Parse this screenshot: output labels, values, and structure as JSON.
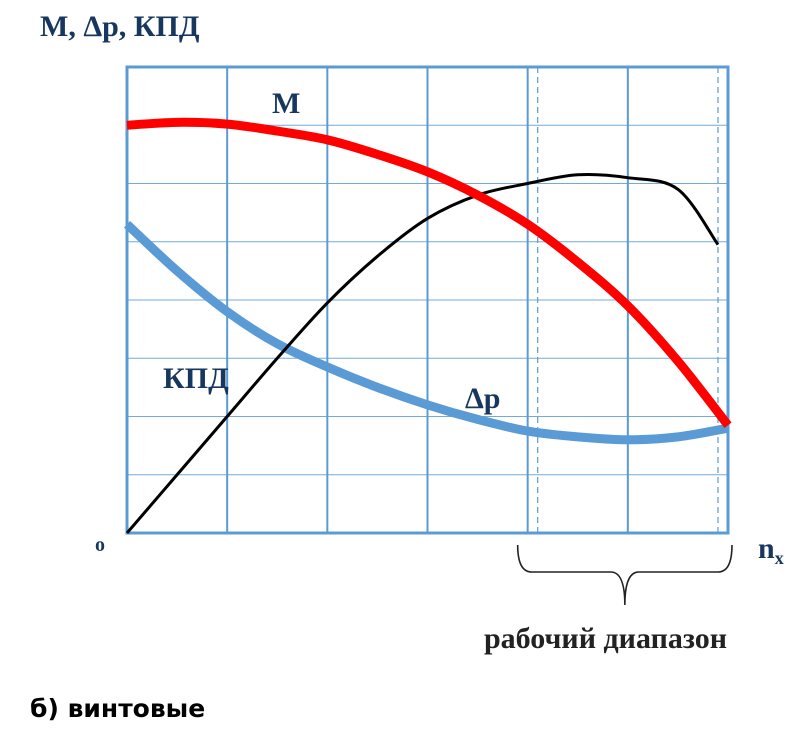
{
  "chart_data": {
    "type": "line",
    "title": "",
    "ylabel": "M, Δp, КПД",
    "xlabel": "n",
    "xlabel_sub": "x",
    "origin_label": "o",
    "xlim": [
      0,
      6
    ],
    "ylim": [
      0,
      8
    ],
    "grid": true,
    "series": [
      {
        "name": "M",
        "color": "#ff0000",
        "x": [
          0,
          0.5,
          1,
          1.5,
          2,
          2.5,
          3,
          3.5,
          4,
          4.5,
          5,
          5.5,
          6
        ],
        "y": [
          7.0,
          7.05,
          7.02,
          6.9,
          6.75,
          6.5,
          6.2,
          5.8,
          5.3,
          4.65,
          3.9,
          2.95,
          1.85
        ]
      },
      {
        "name": "КПД",
        "color": "#000000",
        "x": [
          0,
          0.5,
          1,
          1.5,
          2,
          2.5,
          3,
          3.5,
          4,
          4.5,
          5,
          5.5,
          5.9
        ],
        "y": [
          0,
          1.0,
          2.0,
          3.0,
          3.95,
          4.75,
          5.4,
          5.8,
          6.0,
          6.15,
          6.1,
          5.9,
          4.95
        ]
      },
      {
        "name": "Δp",
        "color": "#5b9bd5",
        "x": [
          0,
          0.5,
          1,
          1.5,
          2,
          2.5,
          3,
          3.5,
          4,
          4.5,
          5,
          5.5,
          6
        ],
        "y": [
          5.3,
          4.5,
          3.8,
          3.25,
          2.85,
          2.5,
          2.2,
          1.95,
          1.75,
          1.65,
          1.6,
          1.65,
          1.8
        ]
      }
    ],
    "range_label": "рабочий диапазон",
    "range_x": [
      4.1,
      5.9
    ],
    "colors": {
      "axis": "#5b9bd5",
      "grid": "#5b9bd5",
      "text": "#17375e"
    }
  },
  "caption": "б) винтовые"
}
